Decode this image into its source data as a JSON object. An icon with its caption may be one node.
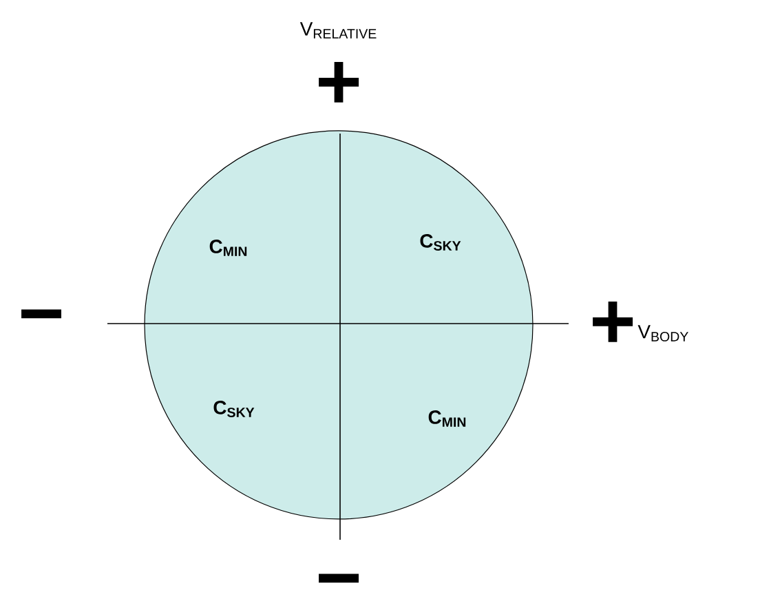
{
  "diagram": {
    "labels": [
      "V$_{RELATIVE}$",
      "+",
      "C$_{MIN}$",
      "C$_{SKY}$",
      "−",
      "+",
      "V$_{BODY}$",
      "C$_{SKY}$",
      "C$_{MIN}$",
      "−"
    ]
  }
}
